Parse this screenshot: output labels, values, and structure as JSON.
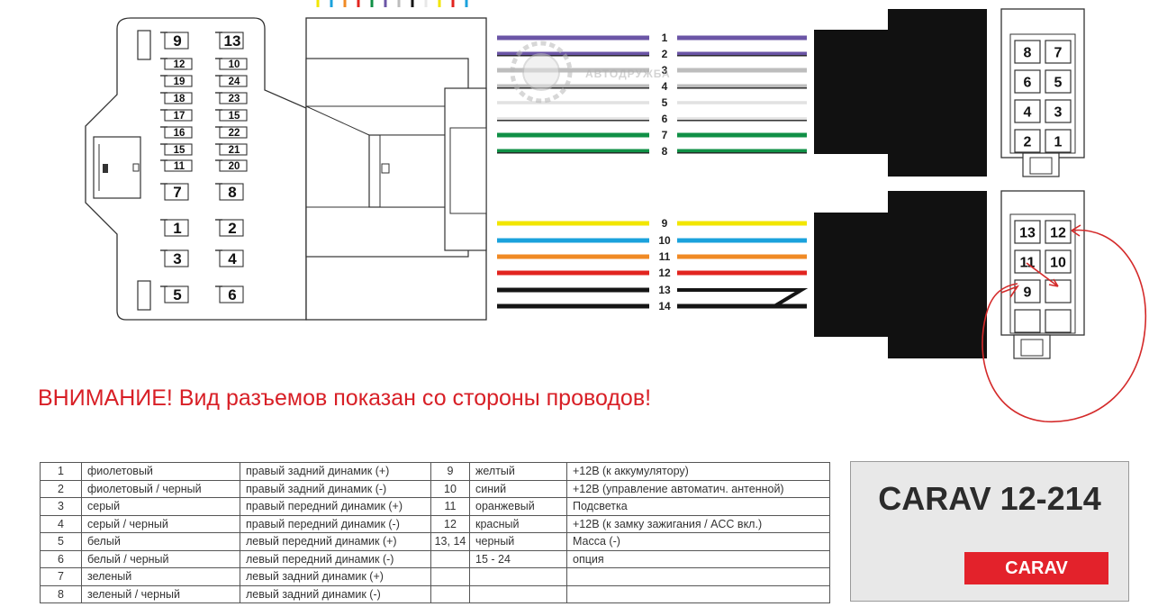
{
  "warning": "ВНИМАНИЕ! Вид разъемов показан со стороны проводов!",
  "watermark": "АВТОДРУЖБА",
  "left_connector_pins": {
    "right_column": [
      "13",
      "10",
      "24",
      "23",
      "15",
      "22",
      "21",
      "20",
      "8",
      "2",
      "4",
      "6"
    ],
    "left_column": [
      "9",
      "12",
      "19",
      "18",
      "17",
      "16",
      "15",
      "11",
      "7",
      "1",
      "3",
      "5"
    ]
  },
  "wires": [
    {
      "num": "1",
      "color": "#6b55a6",
      "stripe": null
    },
    {
      "num": "2",
      "color": "#6b55a6",
      "stripe": "#222222"
    },
    {
      "num": "3",
      "color": "#bdbdbd",
      "stripe": null
    },
    {
      "num": "4",
      "color": "#bdbdbd",
      "stripe": "#222222"
    },
    {
      "num": "5",
      "color": "#e8e8e8",
      "stripe": null
    },
    {
      "num": "6",
      "color": "#e8e8e8",
      "stripe": "#222222"
    },
    {
      "num": "7",
      "color": "#109046",
      "stripe": null
    },
    {
      "num": "8",
      "color": "#109046",
      "stripe": "#222222"
    },
    {
      "num": "9",
      "color": "#f2e600",
      "stripe": null
    },
    {
      "num": "10",
      "color": "#1ba2dc",
      "stripe": null
    },
    {
      "num": "11",
      "color": "#f08a24",
      "stripe": null
    },
    {
      "num": "12",
      "color": "#e2241f",
      "stripe": null
    },
    {
      "num": "13",
      "color": "#151515",
      "stripe": null
    },
    {
      "num": "14",
      "color": "#151515",
      "stripe": null
    }
  ],
  "plug_top_pins": [
    [
      "8",
      "7"
    ],
    [
      "6",
      "5"
    ],
    [
      "4",
      "3"
    ],
    [
      "2",
      "1"
    ]
  ],
  "plug_bottom_pins": [
    [
      "13",
      "12"
    ],
    [
      "11",
      "10"
    ],
    [
      "9",
      ""
    ],
    [
      "",
      ""
    ]
  ],
  "table": {
    "rows": [
      [
        "1",
        "фиолетовый",
        "правый задний динамик (+)",
        "9",
        "желтый",
        "+12В (к аккумулятору)"
      ],
      [
        "2",
        "фиолетовый / черный",
        "правый задний динамик (-)",
        "10",
        "синий",
        "+12В (управление автоматич. антенной)"
      ],
      [
        "3",
        "серый",
        "правый передний динамик (+)",
        "11",
        "оранжевый",
        "Подсветка"
      ],
      [
        "4",
        "серый / черный",
        "правый передний динамик (-)",
        "12",
        "красный",
        "+12В (к замку зажигания / ACC вкл.)"
      ],
      [
        "5",
        "белый",
        "левый передний динамик (+)",
        "13, 14",
        "черный",
        "Масса (-)"
      ],
      [
        "6",
        "белый / черный",
        "левый передний динамик (-)",
        "",
        "15 - 24",
        "опция"
      ],
      [
        "7",
        "зеленый",
        "левый задний динамик (+)",
        "",
        "",
        ""
      ],
      [
        "8",
        "зеленый / черный",
        "левый задний динамик (-)",
        "",
        "",
        ""
      ]
    ]
  },
  "brand": {
    "model": "CARAV 12-214",
    "logo": "CARAV",
    "logo_color": "#e3222b"
  },
  "annotation_color": "#d42a2a"
}
